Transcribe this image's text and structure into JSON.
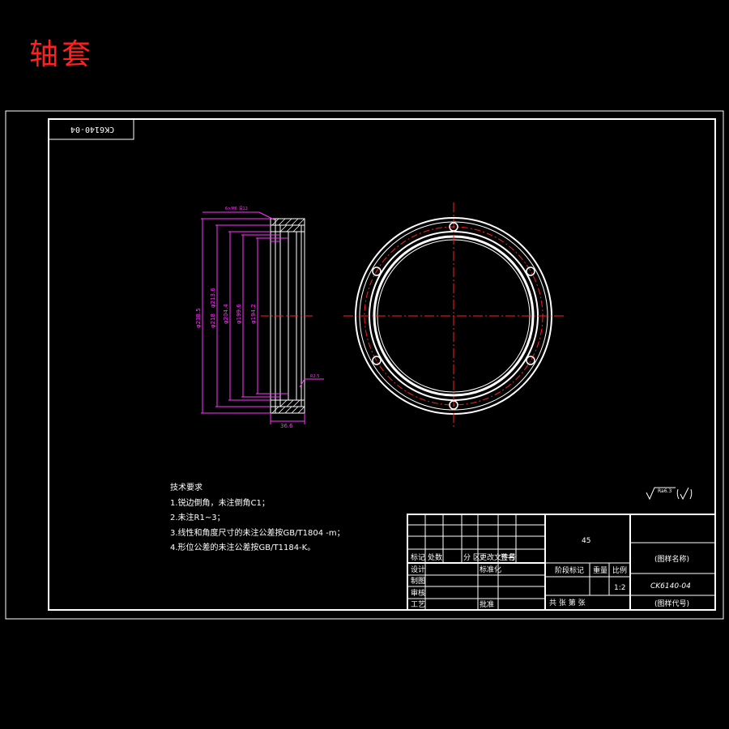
{
  "title": "轴套",
  "drawing_code": "CK6140-04",
  "tech_requirements": {
    "heading": "技术要求",
    "items": [
      "1.锐边倒角，未注倒角C1；",
      "2.未注R1~3；",
      "3.线性和角度尺寸的未注公差按GB/T1804 -m；",
      "4.形位公差的未注公差按GB/T1184-K。"
    ]
  },
  "dimensions": {
    "d1": "φ238.5",
    "d2": "φ218",
    "d3": "φ213.6",
    "d4": "φ204.4",
    "d5": "φ199.6",
    "d6": "φ194.2",
    "width": "36.6",
    "top_callout": "6×M6 深12",
    "chamfer": "R2.5"
  },
  "roughness": {
    "main": "Ra6.3",
    "other": "(√)"
  },
  "title_block": {
    "material": "45",
    "drawing_name": "(图样名称)",
    "drawing_number": "CK6140-04",
    "drawing_number_label": "(图样代号)",
    "scale": "1:2",
    "stage_label": "阶段标记",
    "weight_label": "重量",
    "scale_label": "比例",
    "sheet_label": "共   张  第   张",
    "rev_labels": [
      "标记",
      "处数",
      "分 区",
      "更改文件号",
      "签名"
    ],
    "design": "设计",
    "standardize": "标准化",
    "draw": "制图",
    "check": "审核",
    "process": "工艺",
    "approve": "批准"
  },
  "colors": {
    "line": "#ffffff",
    "center": "#ff2020",
    "dim": "#ff33ff",
    "title": "#ff2020"
  }
}
